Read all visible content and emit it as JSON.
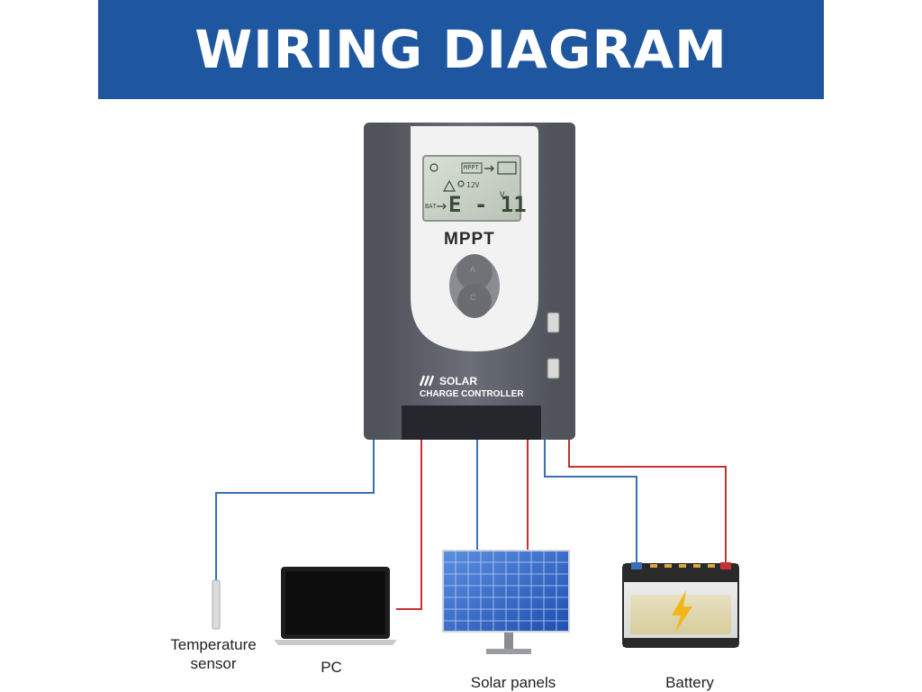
{
  "banner": {
    "title": "WIRING DIAGRAM"
  },
  "controller": {
    "brand": "MPPT",
    "logo_mark": "///",
    "line1": "SOLAR",
    "line2": "CHARGE CONTROLLER",
    "lcd": {
      "mode_box": "MPPT",
      "voltage": "12V",
      "bat_label": "BAT",
      "error_code": "E - 11",
      "unit": "V"
    },
    "buttons": [
      "A",
      "C"
    ]
  },
  "components": {
    "temperature_sensor": {
      "label_line1": "Temperature",
      "label_line2": "sensor"
    },
    "pc": {
      "label": "PC"
    },
    "solar_panels": {
      "label": "Solar panels"
    },
    "battery": {
      "label": "Battery"
    }
  },
  "colors": {
    "banner": "#1e56a0",
    "wire_negative": "#3a6fb5",
    "wire_positive": "#c43232",
    "controller_body": "#5d6068",
    "lcd_screen": "#c9d2c6"
  }
}
